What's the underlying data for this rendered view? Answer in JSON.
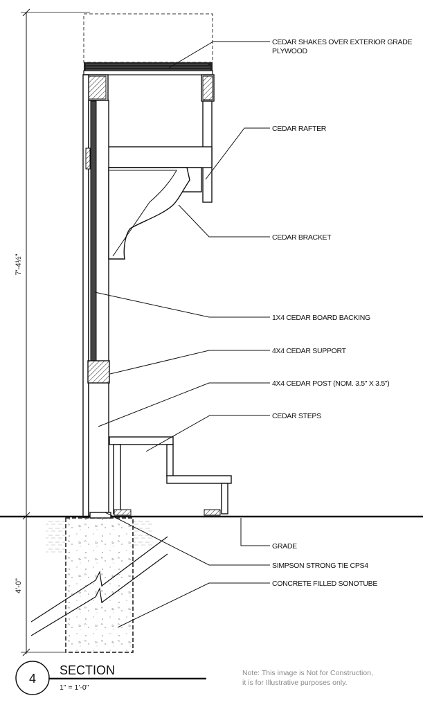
{
  "labels": {
    "shakes_line1": "CEDAR SHAKES OVER EXTERIOR GRADE",
    "shakes_line2": "PLYWOOD",
    "rafter": "CEDAR RAFTER",
    "bracket": "CEDAR BRACKET",
    "backing": "1X4 CEDAR BOARD BACKING",
    "support": "4X4 CEDAR SUPPORT",
    "post": "4X4 CEDAR POST (NOM. 3.5\" X 3.5\")",
    "steps": "CEDAR STEPS",
    "grade": "GRADE",
    "tie": "SIMPSON STRONG TIE CPS4",
    "sonotube": "CONCRETE FILLED SONOTUBE"
  },
  "dimensions": {
    "height_above": "7'-4½\"",
    "depth_below": "4'-0\""
  },
  "title_block": {
    "number": "4",
    "title": "SECTION",
    "scale": "1\" = 1'-0\""
  },
  "note": {
    "line1": "Note: This image is Not for Construction,",
    "line2": "it is for Illustrative purposes only."
  }
}
